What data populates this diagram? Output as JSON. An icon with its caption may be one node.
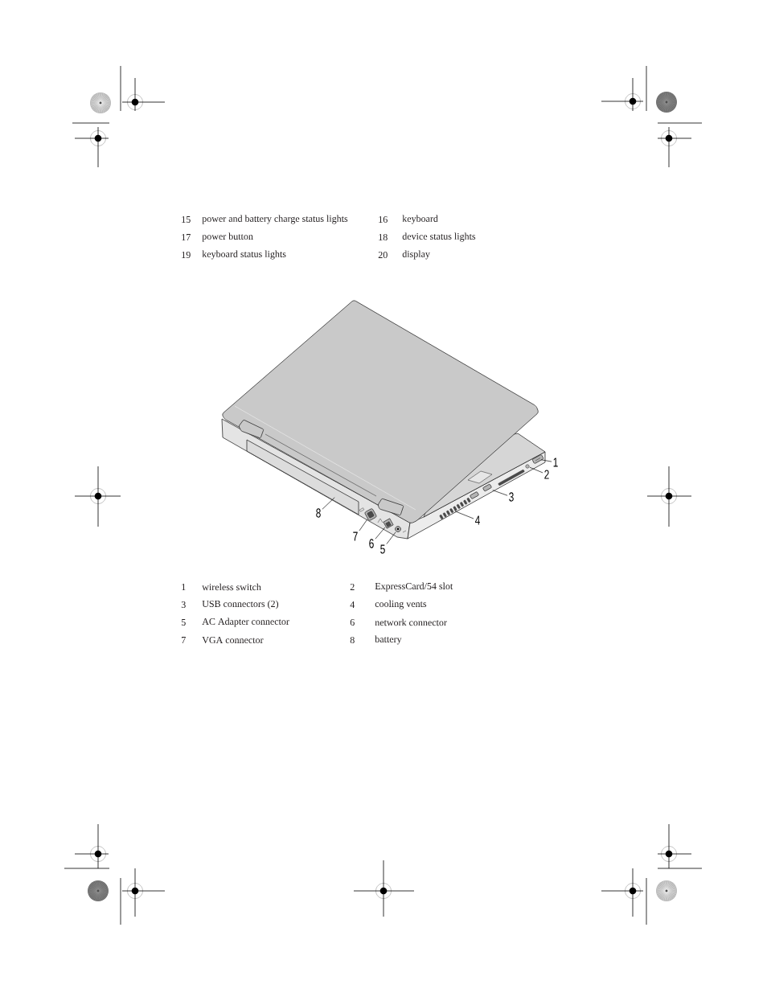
{
  "diagram": {
    "nodes": [
      {
        "text": [
          "1"
        ]
      },
      {
        "text": [
          "2"
        ]
      },
      {
        "text": [
          "3"
        ]
      },
      {
        "text": [
          "4"
        ]
      },
      {
        "text": [
          "5"
        ]
      },
      {
        "text": [
          "6"
        ]
      },
      {
        "text": [
          "7"
        ]
      },
      {
        "text": [
          "8"
        ]
      },
      {
        "text": [],
        "shape": "picture"
      },
      {
        "text": [],
        "shape": "picture"
      },
      {
        "text": [],
        "shape": "picture"
      },
      {
        "text": [],
        "shape": "picture"
      },
      {
        "text": [],
        "shape": "picture"
      },
      {
        "text": [],
        "shape": "picture"
      },
      {
        "text": [],
        "shape": "picture"
      },
      {
        "text": [],
        "shape": "picture"
      }
    ],
    "edges": [
      {
        "from": 0,
        "to": 15,
        "arrow": "none"
      },
      {
        "from": 1,
        "to": 14,
        "arrow": "none"
      },
      {
        "from": 2,
        "to": 13,
        "arrow": "none"
      },
      {
        "from": 3,
        "to": 12,
        "arrow": "none"
      },
      {
        "from": 4,
        "to": 11,
        "arrow": "none"
      },
      {
        "from": 5,
        "to": 10,
        "arrow": "none"
      },
      {
        "from": 6,
        "to": 9,
        "arrow": "none"
      },
      {
        "from": 7,
        "to": 8,
        "arrow": "none"
      }
    ],
    "labels": [
      "15",
      "power and battery charge status lights",
      "16",
      "keyboard",
      "17",
      "power button",
      "18",
      "device status lights",
      "19",
      "keyboard status lights",
      "20",
      "display",
      "1",
      "wireless switch",
      "2",
      "ExpressCard/54 slot",
      "3",
      "USB connectors (2)",
      "4",
      "cooling vents",
      "5",
      "AC Adapter connector",
      "6",
      "network connector",
      "7",
      "VGA connector",
      "8",
      "battery"
    ]
  }
}
